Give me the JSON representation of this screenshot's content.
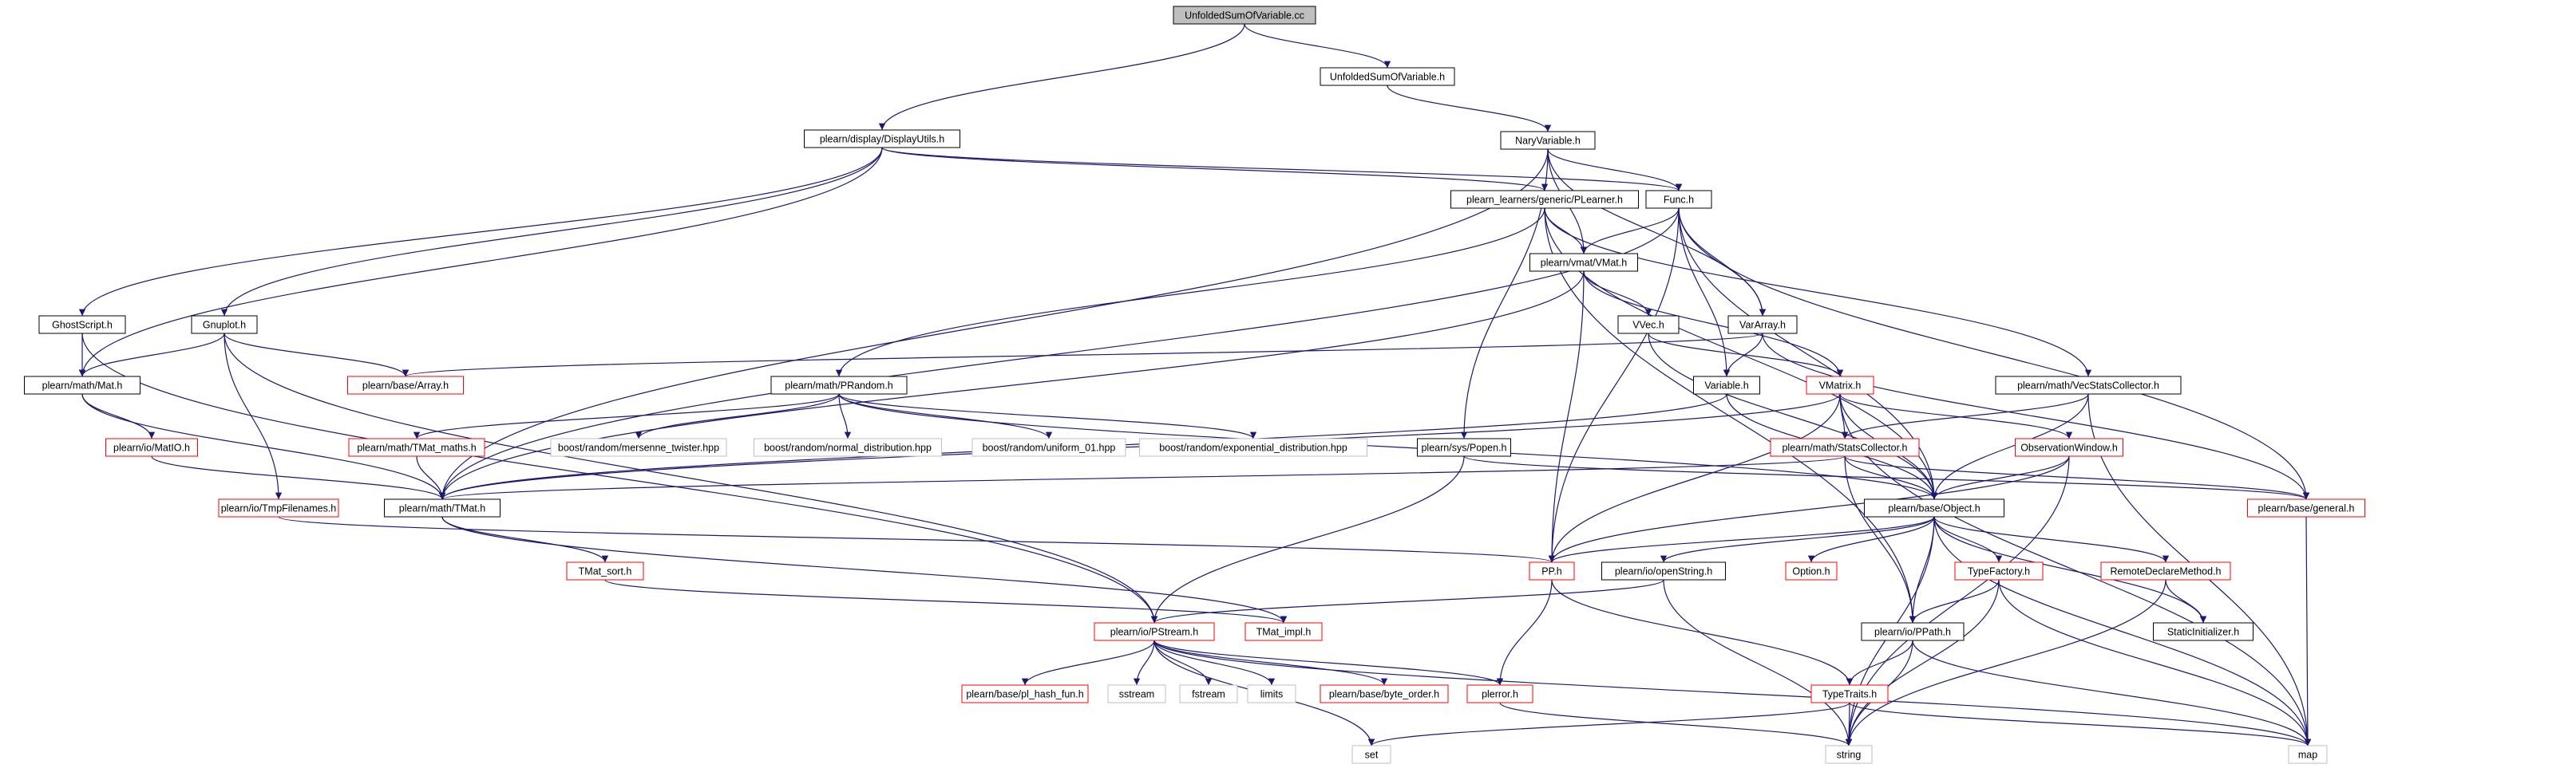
{
  "colors": {
    "root_fill": "#bfbfbf",
    "box_border_black": "#000000",
    "box_border_red": "#ff0000",
    "box_border_grey": "#bfbfbf",
    "edge": "#191970",
    "text": "#000000"
  },
  "nodes": [
    {
      "id": "n0",
      "label": "UnfoldedSumOfVariable.cc",
      "style": "root"
    },
    {
      "id": "n1",
      "label": "plearn/display/DisplayUtils.h",
      "style": "black"
    },
    {
      "id": "n2",
      "label": "UnfoldedSumOfVariable.h",
      "style": "black"
    },
    {
      "id": "n3",
      "label": "NaryVariable.h",
      "style": "black"
    },
    {
      "id": "n4",
      "label": "plearn_learners/generic/PLearner.h",
      "style": "black"
    },
    {
      "id": "n5",
      "label": "Func.h",
      "style": "black"
    },
    {
      "id": "n6",
      "label": "plearn/vmat/VMat.h",
      "style": "black"
    },
    {
      "id": "n7",
      "label": "GhostScript.h",
      "style": "black"
    },
    {
      "id": "n8",
      "label": "Gnuplot.h",
      "style": "black"
    },
    {
      "id": "n9",
      "label": "VVec.h",
      "style": "black"
    },
    {
      "id": "n10",
      "label": "VarArray.h",
      "style": "black"
    },
    {
      "id": "n11",
      "label": "plearn/math/Mat.h",
      "style": "black"
    },
    {
      "id": "n12",
      "label": "plearn/base/Array.h",
      "style": "red"
    },
    {
      "id": "n13",
      "label": "plearn/math/PRandom.h",
      "style": "black"
    },
    {
      "id": "n14",
      "label": "Variable.h",
      "style": "black"
    },
    {
      "id": "n15",
      "label": "VMatrix.h",
      "style": "red"
    },
    {
      "id": "n16",
      "label": "plearn/math/VecStatsCollector.h",
      "style": "black"
    },
    {
      "id": "n17",
      "label": "plearn/io/MatIO.h",
      "style": "red"
    },
    {
      "id": "n18",
      "label": "plearn/math/TMat_maths.h",
      "style": "red"
    },
    {
      "id": "n19",
      "label": "boost/random/mersenne_twister.hpp",
      "style": "grey"
    },
    {
      "id": "n20",
      "label": "boost/random/normal_distribution.hpp",
      "style": "grey"
    },
    {
      "id": "n21",
      "label": "boost/random/uniform_01.hpp",
      "style": "grey"
    },
    {
      "id": "n22",
      "label": "boost/random/exponential_distribution.hpp",
      "style": "grey"
    },
    {
      "id": "n23",
      "label": "plearn/math/StatsCollector.h",
      "style": "red"
    },
    {
      "id": "n24",
      "label": "ObservationWindow.h",
      "style": "red"
    },
    {
      "id": "n25",
      "label": "plearn/sys/Popen.h",
      "style": "black"
    },
    {
      "id": "n26",
      "label": "plearn/io/TmpFilenames.h",
      "style": "red"
    },
    {
      "id": "n27",
      "label": "plearn/math/TMat.h",
      "style": "black"
    },
    {
      "id": "n28",
      "label": "plearn/base/Object.h",
      "style": "black"
    },
    {
      "id": "n29",
      "label": "plearn/base/general.h",
      "style": "red"
    },
    {
      "id": "n30",
      "label": "TMat_sort.h",
      "style": "red"
    },
    {
      "id": "n31",
      "label": "PP.h",
      "style": "red"
    },
    {
      "id": "n32",
      "label": "plearn/io/openString.h",
      "style": "black"
    },
    {
      "id": "n33",
      "label": "Option.h",
      "style": "red"
    },
    {
      "id": "n34",
      "label": "TypeFactory.h",
      "style": "red"
    },
    {
      "id": "n35",
      "label": "RemoteDeclareMethod.h",
      "style": "red"
    },
    {
      "id": "n36",
      "label": "plearn/io/PStream.h",
      "style": "red"
    },
    {
      "id": "n37",
      "label": "TMat_impl.h",
      "style": "red"
    },
    {
      "id": "n38",
      "label": "plearn/io/PPath.h",
      "style": "black"
    },
    {
      "id": "n39",
      "label": "StaticInitializer.h",
      "style": "black"
    },
    {
      "id": "n40",
      "label": "plearn/base/pl_hash_fun.h",
      "style": "red"
    },
    {
      "id": "n41",
      "label": "sstream",
      "style": "grey"
    },
    {
      "id": "n42",
      "label": "fstream",
      "style": "grey"
    },
    {
      "id": "n43",
      "label": "limits",
      "style": "grey"
    },
    {
      "id": "n44",
      "label": "plearn/base/byte_order.h",
      "style": "red"
    },
    {
      "id": "n45",
      "label": "plerror.h",
      "style": "red"
    },
    {
      "id": "n46",
      "label": "TypeTraits.h",
      "style": "red"
    },
    {
      "id": "n47",
      "label": "set",
      "style": "grey"
    },
    {
      "id": "n48",
      "label": "string",
      "style": "grey"
    },
    {
      "id": "n49",
      "label": "map",
      "style": "grey"
    }
  ],
  "edges": [
    [
      "n0",
      "n1"
    ],
    [
      "n0",
      "n2"
    ],
    [
      "n2",
      "n3"
    ],
    [
      "n1",
      "n4"
    ],
    [
      "n1",
      "n5"
    ],
    [
      "n1",
      "n7"
    ],
    [
      "n1",
      "n8"
    ],
    [
      "n1",
      "n11"
    ],
    [
      "n3",
      "n5"
    ],
    [
      "n3",
      "n6"
    ],
    [
      "n3",
      "n10"
    ],
    [
      "n3",
      "n25"
    ],
    [
      "n3",
      "n27"
    ],
    [
      "n4",
      "n6"
    ],
    [
      "n4",
      "n13"
    ],
    [
      "n4",
      "n16"
    ],
    [
      "n4",
      "n28"
    ],
    [
      "n4",
      "n38"
    ],
    [
      "n5",
      "n6"
    ],
    [
      "n5",
      "n10"
    ],
    [
      "n5",
      "n14"
    ],
    [
      "n5",
      "n27"
    ],
    [
      "n5",
      "n29"
    ],
    [
      "n5",
      "n31"
    ],
    [
      "n5",
      "n28"
    ],
    [
      "n6",
      "n9"
    ],
    [
      "n6",
      "n15"
    ],
    [
      "n6",
      "n27"
    ],
    [
      "n6",
      "n31"
    ],
    [
      "n7",
      "n11"
    ],
    [
      "n7",
      "n36"
    ],
    [
      "n8",
      "n11"
    ],
    [
      "n8",
      "n12"
    ],
    [
      "n8",
      "n26"
    ],
    [
      "n8",
      "n36"
    ],
    [
      "n9",
      "n15"
    ],
    [
      "n9",
      "n28"
    ],
    [
      "n10",
      "n14"
    ],
    [
      "n10",
      "n12"
    ],
    [
      "n10",
      "n29"
    ],
    [
      "n11",
      "n17"
    ],
    [
      "n11",
      "n27"
    ],
    [
      "n13",
      "n18"
    ],
    [
      "n13",
      "n19"
    ],
    [
      "n13",
      "n20"
    ],
    [
      "n13",
      "n21"
    ],
    [
      "n13",
      "n22"
    ],
    [
      "n13",
      "n28"
    ],
    [
      "n14",
      "n28"
    ],
    [
      "n14",
      "n27"
    ],
    [
      "n15",
      "n23"
    ],
    [
      "n15",
      "n24"
    ],
    [
      "n15",
      "n28"
    ],
    [
      "n15",
      "n31"
    ],
    [
      "n15",
      "n49"
    ],
    [
      "n15",
      "n27"
    ],
    [
      "n16",
      "n23"
    ],
    [
      "n16",
      "n28"
    ],
    [
      "n16",
      "n49"
    ],
    [
      "n17",
      "n27"
    ],
    [
      "n18",
      "n27"
    ],
    [
      "n23",
      "n28"
    ],
    [
      "n23",
      "n29"
    ],
    [
      "n23",
      "n27"
    ],
    [
      "n23",
      "n38"
    ],
    [
      "n24",
      "n28"
    ],
    [
      "n24",
      "n31"
    ],
    [
      "n24",
      "n48"
    ],
    [
      "n25",
      "n29"
    ],
    [
      "n25",
      "n36"
    ],
    [
      "n26",
      "n31"
    ],
    [
      "n27",
      "n30"
    ],
    [
      "n27",
      "n37"
    ],
    [
      "n28",
      "n31"
    ],
    [
      "n28",
      "n32"
    ],
    [
      "n28",
      "n33"
    ],
    [
      "n28",
      "n34"
    ],
    [
      "n28",
      "n35"
    ],
    [
      "n28",
      "n38"
    ],
    [
      "n28",
      "n39"
    ],
    [
      "n28",
      "n48"
    ],
    [
      "n28",
      "n49"
    ],
    [
      "n29",
      "n49"
    ],
    [
      "n30",
      "n37"
    ],
    [
      "n31",
      "n45"
    ],
    [
      "n31",
      "n46"
    ],
    [
      "n32",
      "n36"
    ],
    [
      "n32",
      "n48"
    ],
    [
      "n34",
      "n38"
    ],
    [
      "n34",
      "n48"
    ],
    [
      "n34",
      "n49"
    ],
    [
      "n35",
      "n39"
    ],
    [
      "n35",
      "n48"
    ],
    [
      "n36",
      "n40"
    ],
    [
      "n36",
      "n41"
    ],
    [
      "n36",
      "n42"
    ],
    [
      "n36",
      "n43"
    ],
    [
      "n36",
      "n44"
    ],
    [
      "n36",
      "n45"
    ],
    [
      "n36",
      "n47"
    ],
    [
      "n36",
      "n49"
    ],
    [
      "n38",
      "n46"
    ],
    [
      "n38",
      "n48"
    ],
    [
      "n38",
      "n49"
    ],
    [
      "n45",
      "n48"
    ],
    [
      "n46",
      "n47"
    ],
    [
      "n46",
      "n48"
    ],
    [
      "n46",
      "n49"
    ]
  ]
}
